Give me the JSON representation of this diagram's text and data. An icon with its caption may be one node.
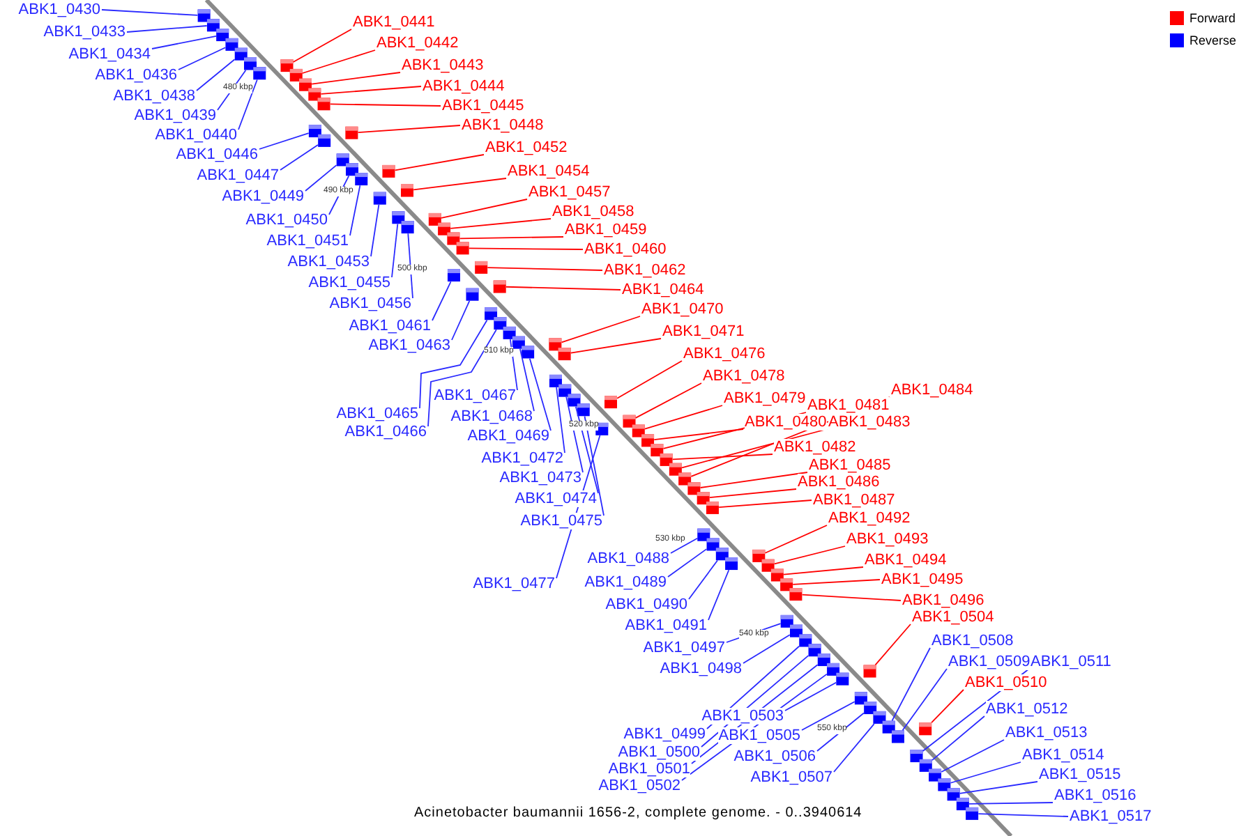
{
  "diagram": {
    "caption": "Acinetobacter baumannii 1656-2, complete genome. - 0..3940614",
    "nodes": [
      {
        "text": [
          "ABK1_0430"
        ]
      },
      {
        "text": [
          "ABK1_0433"
        ]
      },
      {
        "text": [
          "ABK1_0434"
        ]
      },
      {
        "text": [
          "ABK1_0436"
        ]
      },
      {
        "text": [
          "ABK1_0438"
        ]
      },
      {
        "text": [
          "ABK1_0439"
        ]
      },
      {
        "text": [
          "ABK1_0440"
        ]
      },
      {
        "text": [
          "ABK1_0441"
        ]
      },
      {
        "text": [
          "ABK1_0442"
        ]
      },
      {
        "text": [
          "ABK1_0443"
        ]
      },
      {
        "text": [
          "ABK1_0444"
        ]
      },
      {
        "text": [
          "ABK1_0445"
        ]
      },
      {
        "text": [
          "ABK1_0446"
        ]
      },
      {
        "text": [
          "ABK1_0447"
        ]
      },
      {
        "text": [
          "ABK1_0448"
        ]
      },
      {
        "text": [
          "ABK1_0449"
        ]
      },
      {
        "text": [
          "ABK1_0450"
        ]
      },
      {
        "text": [
          "ABK1_0451"
        ]
      },
      {
        "text": [
          "ABK1_0452"
        ]
      },
      {
        "text": [
          "ABK1_0453"
        ]
      },
      {
        "text": [
          "ABK1_0454"
        ]
      },
      {
        "text": [
          "ABK1_0455"
        ]
      },
      {
        "text": [
          "ABK1_0456"
        ]
      },
      {
        "text": [
          "ABK1_0457"
        ]
      },
      {
        "text": [
          "ABK1_0458"
        ]
      },
      {
        "text": [
          "ABK1_0459"
        ]
      },
      {
        "text": [
          "ABK1_0460"
        ]
      },
      {
        "text": [
          "ABK1_0461"
        ]
      },
      {
        "text": [
          "ABK1_0462"
        ]
      },
      {
        "text": [
          "ABK1_0463"
        ]
      },
      {
        "text": [
          "ABK1_0464"
        ]
      },
      {
        "text": [
          "ABK1_0465"
        ]
      },
      {
        "text": [
          "ABK1_0466"
        ]
      },
      {
        "text": [
          "ABK1_0467"
        ]
      },
      {
        "text": [
          "ABK1_0468"
        ]
      },
      {
        "text": [
          "ABK1_0469"
        ]
      },
      {
        "text": [
          "ABK1_0470"
        ]
      },
      {
        "text": [
          "ABK1_0471"
        ]
      },
      {
        "text": [
          "ABK1_0472"
        ]
      },
      {
        "text": [
          "ABK1_0473"
        ]
      },
      {
        "text": [
          "ABK1_0474"
        ]
      },
      {
        "text": [
          "ABK1_0475"
        ]
      },
      {
        "text": [
          "ABK1_0476"
        ]
      },
      {
        "text": [
          "ABK1_0477"
        ]
      },
      {
        "text": [
          "ABK1_0478"
        ]
      },
      {
        "text": [
          "ABK1_0479"
        ]
      },
      {
        "text": [
          "ABK1_0480"
        ]
      },
      {
        "text": [
          "ABK1_0481"
        ]
      },
      {
        "text": [
          "ABK1_0482"
        ]
      },
      {
        "text": [
          "ABK1_0483"
        ]
      },
      {
        "text": [
          "ABK1_0484"
        ]
      },
      {
        "text": [
          "ABK1_0485"
        ]
      },
      {
        "text": [
          "ABK1_0486"
        ]
      },
      {
        "text": [
          "ABK1_0487"
        ]
      },
      {
        "text": [
          "ABK1_0488"
        ]
      },
      {
        "text": [
          "ABK1_0489"
        ]
      },
      {
        "text": [
          "ABK1_0490"
        ]
      },
      {
        "text": [
          "ABK1_0491"
        ]
      },
      {
        "text": [
          "ABK1_0492"
        ]
      },
      {
        "text": [
          "ABK1_0493"
        ]
      },
      {
        "text": [
          "ABK1_0494"
        ]
      },
      {
        "text": [
          "ABK1_0495"
        ]
      },
      {
        "text": [
          "ABK1_0496"
        ]
      },
      {
        "text": [
          "ABK1_0497"
        ]
      },
      {
        "text": [
          "ABK1_0498"
        ]
      },
      {
        "text": [
          "ABK1_0499"
        ]
      },
      {
        "text": [
          "ABK1_0500"
        ]
      },
      {
        "text": [
          "ABK1_0501"
        ]
      },
      {
        "text": [
          "ABK1_0502"
        ]
      },
      {
        "text": [
          "ABK1_0503"
        ]
      },
      {
        "text": [
          "ABK1_0504"
        ]
      },
      {
        "text": [
          "ABK1_0505"
        ]
      },
      {
        "text": [
          "ABK1_0506"
        ]
      },
      {
        "text": [
          "ABK1_0507"
        ]
      },
      {
        "text": [
          "ABK1_0508"
        ]
      },
      {
        "text": [
          "ABK1_0509"
        ]
      },
      {
        "text": [
          "ABK1_0510"
        ]
      },
      {
        "text": [
          "ABK1_0511"
        ]
      },
      {
        "text": [
          "ABK1_0512"
        ]
      },
      {
        "text": [
          "ABK1_0513"
        ]
      },
      {
        "text": [
          "ABK1_0514"
        ]
      },
      {
        "text": [
          "ABK1_0515"
        ]
      },
      {
        "text": [
          "ABK1_0516"
        ]
      },
      {
        "text": [
          "ABK1_0517"
        ]
      },
      {
        "text": [],
        "shape": "box"
      },
      {
        "text": [],
        "shape": "box"
      },
      {
        "text": [],
        "shape": "box"
      },
      {
        "text": [],
        "shape": "box"
      },
      {
        "text": [],
        "shape": "box"
      },
      {
        "text": [],
        "shape": "box"
      },
      {
        "text": [],
        "shape": "box"
      },
      {
        "text": [],
        "shape": "box"
      },
      {
        "text": [],
        "shape": "box"
      },
      {
        "text": [],
        "shape": "box"
      },
      {
        "text": [],
        "shape": "box"
      },
      {
        "text": [],
        "shape": "box"
      },
      {
        "text": [],
        "shape": "box"
      },
      {
        "text": [],
        "shape": "box"
      },
      {
        "text": [],
        "shape": "box"
      },
      {
        "text": [],
        "shape": "box"
      },
      {
        "text": [],
        "shape": "box"
      },
      {
        "text": [],
        "shape": "box"
      },
      {
        "text": [],
        "shape": "box"
      },
      {
        "text": [],
        "shape": "box"
      },
      {
        "text": [],
        "shape": "box"
      },
      {
        "text": [],
        "shape": "box"
      },
      {
        "text": [],
        "shape": "box"
      },
      {
        "text": [],
        "shape": "box"
      },
      {
        "text": [],
        "shape": "box"
      },
      {
        "text": [],
        "shape": "box"
      },
      {
        "text": [],
        "shape": "box"
      },
      {
        "text": [],
        "shape": "box"
      },
      {
        "text": [],
        "shape": "box"
      },
      {
        "text": [],
        "shape": "box"
      },
      {
        "text": [],
        "shape": "box"
      },
      {
        "text": [],
        "shape": "box"
      },
      {
        "text": [],
        "shape": "box"
      },
      {
        "text": [],
        "shape": "box"
      },
      {
        "text": [],
        "shape": "box"
      },
      {
        "text": [],
        "shape": "box"
      },
      {
        "text": [],
        "shape": "box"
      },
      {
        "text": [],
        "shape": "box"
      },
      {
        "text": [],
        "shape": "box"
      },
      {
        "text": [],
        "shape": "box"
      },
      {
        "text": [],
        "shape": "box"
      },
      {
        "text": [],
        "shape": "box"
      },
      {
        "text": [],
        "shape": "box"
      },
      {
        "text": [],
        "shape": "box"
      },
      {
        "text": [],
        "shape": "box"
      },
      {
        "text": [],
        "shape": "box"
      },
      {
        "text": [],
        "shape": "box"
      },
      {
        "text": [],
        "shape": "box"
      },
      {
        "text": [],
        "shape": "box"
      },
      {
        "text": [],
        "shape": "box"
      },
      {
        "text": [],
        "shape": "box"
      },
      {
        "text": [],
        "shape": "box"
      },
      {
        "text": [],
        "shape": "box"
      },
      {
        "text": [],
        "shape": "box"
      },
      {
        "text": [],
        "shape": "box"
      },
      {
        "text": [],
        "shape": "box"
      },
      {
        "text": [],
        "shape": "box"
      },
      {
        "text": [],
        "shape": "box"
      },
      {
        "text": [],
        "shape": "box"
      },
      {
        "text": [],
        "shape": "box"
      },
      {
        "text": [],
        "shape": "box"
      },
      {
        "text": [],
        "shape": "box"
      },
      {
        "text": [],
        "shape": "box"
      },
      {
        "text": [],
        "shape": "box"
      },
      {
        "text": [],
        "shape": "box"
      },
      {
        "text": [],
        "shape": "box"
      },
      {
        "text": [],
        "shape": "box"
      },
      {
        "text": [],
        "shape": "box"
      },
      {
        "text": [],
        "shape": "box"
      },
      {
        "text": [],
        "shape": "box"
      },
      {
        "text": [],
        "shape": "box"
      },
      {
        "text": [],
        "shape": "box"
      },
      {
        "text": [],
        "shape": "box"
      },
      {
        "text": [],
        "shape": "box"
      },
      {
        "text": [],
        "shape": "box"
      },
      {
        "text": [],
        "shape": "box"
      },
      {
        "text": [],
        "shape": "box"
      },
      {
        "text": [],
        "shape": "box"
      },
      {
        "text": [],
        "shape": "box"
      },
      {
        "text": [],
        "shape": "box"
      },
      {
        "text": [],
        "shape": "box"
      },
      {
        "text": [],
        "shape": "box"
      },
      {
        "text": [],
        "shape": "box"
      },
      {
        "text": [],
        "shape": "box"
      }
    ],
    "edges": [
      {
        "from": 0,
        "to": 84,
        "arrow": "none"
      },
      {
        "from": 1,
        "to": 85,
        "arrow": "none"
      },
      {
        "from": 2,
        "to": 86,
        "arrow": "none"
      },
      {
        "from": 3,
        "to": 87,
        "arrow": "none"
      },
      {
        "from": 4,
        "to": 88,
        "arrow": "none"
      },
      {
        "from": 5,
        "to": 89,
        "arrow": "none"
      },
      {
        "from": 6,
        "to": 90,
        "arrow": "none"
      },
      {
        "from": 7,
        "to": 91,
        "arrow": "none",
        "color": "#ff0000"
      },
      {
        "from": 8,
        "to": 92,
        "arrow": "none",
        "color": "#ff0000"
      },
      {
        "from": 9,
        "to": 93,
        "arrow": "none",
        "color": "#ff0000"
      },
      {
        "from": 10,
        "to": 94,
        "arrow": "none",
        "color": "#ff0000"
      },
      {
        "from": 11,
        "to": 95,
        "arrow": "none",
        "color": "#ff0000"
      },
      {
        "from": 12,
        "to": 96,
        "arrow": "none"
      },
      {
        "from": 13,
        "to": 97,
        "arrow": "none"
      },
      {
        "from": 14,
        "to": 98,
        "arrow": "none",
        "color": "#ff0000"
      },
      {
        "from": 15,
        "to": 99,
        "arrow": "none"
      },
      {
        "from": 16,
        "to": 100,
        "arrow": "none"
      },
      {
        "from": 17,
        "to": 101,
        "arrow": "none"
      },
      {
        "from": 18,
        "to": 102,
        "arrow": "none",
        "color": "#ff0000"
      },
      {
        "from": 19,
        "to": 103,
        "arrow": "none"
      },
      {
        "from": 20,
        "to": 104,
        "arrow": "none",
        "color": "#ff0000"
      },
      {
        "from": 21,
        "to": 105,
        "arrow": "none"
      },
      {
        "from": 22,
        "to": 106,
        "arrow": "none"
      },
      {
        "from": 23,
        "to": 107,
        "arrow": "none",
        "color": "#ff0000"
      },
      {
        "from": 24,
        "to": 108,
        "arrow": "none",
        "color": "#ff0000"
      },
      {
        "from": 25,
        "to": 109,
        "arrow": "none",
        "color": "#ff0000"
      },
      {
        "from": 26,
        "to": 110,
        "arrow": "none",
        "color": "#ff0000"
      },
      {
        "from": 27,
        "to": 111,
        "arrow": "none"
      },
      {
        "from": 28,
        "to": 112,
        "arrow": "none",
        "color": "#ff0000"
      },
      {
        "from": 29,
        "to": 113,
        "arrow": "none"
      },
      {
        "from": 30,
        "to": 114,
        "arrow": "none",
        "color": "#ff0000"
      },
      {
        "from": 31,
        "to": 115,
        "arrow": "none"
      },
      {
        "from": 32,
        "to": 116,
        "arrow": "none"
      },
      {
        "from": 33,
        "to": 117,
        "arrow": "none"
      },
      {
        "from": 34,
        "to": 118,
        "arrow": "none"
      },
      {
        "from": 35,
        "to": 119,
        "arrow": "none"
      },
      {
        "from": 36,
        "to": 120,
        "arrow": "none",
        "color": "#ff0000"
      },
      {
        "from": 37,
        "to": 121,
        "arrow": "none",
        "color": "#ff0000"
      },
      {
        "from": 38,
        "to": 122,
        "arrow": "none"
      },
      {
        "from": 39,
        "to": 123,
        "arrow": "none"
      },
      {
        "from": 40,
        "to": 124,
        "arrow": "none"
      },
      {
        "from": 41,
        "to": 125,
        "arrow": "none"
      },
      {
        "from": 42,
        "to": 126,
        "arrow": "none",
        "color": "#ff0000"
      },
      {
        "from": 43,
        "to": 127,
        "arrow": "none"
      },
      {
        "from": 44,
        "to": 128,
        "arrow": "none",
        "color": "#ff0000"
      },
      {
        "from": 45,
        "to": 129,
        "arrow": "none",
        "color": "#ff0000"
      },
      {
        "from": 46,
        "to": 130,
        "arrow": "none",
        "color": "#ff0000"
      },
      {
        "from": 47,
        "to": 131,
        "arrow": "none",
        "color": "#ff0000"
      },
      {
        "from": 48,
        "to": 132,
        "arrow": "none",
        "color": "#ff0000"
      },
      {
        "from": 49,
        "to": 133,
        "arrow": "none",
        "color": "#ff0000"
      },
      {
        "from": 50,
        "to": 134,
        "arrow": "none",
        "color": "#ff0000"
      },
      {
        "from": 51,
        "to": 135,
        "arrow": "none",
        "color": "#ff0000"
      },
      {
        "from": 52,
        "to": 136,
        "arrow": "none",
        "color": "#ff0000"
      },
      {
        "from": 53,
        "to": 137,
        "arrow": "none",
        "color": "#ff0000"
      },
      {
        "from": 54,
        "to": 138,
        "arrow": "none"
      },
      {
        "from": 55,
        "to": 139,
        "arrow": "none"
      },
      {
        "from": 56,
        "to": 140,
        "arrow": "none"
      },
      {
        "from": 57,
        "to": 141,
        "arrow": "none"
      },
      {
        "from": 58,
        "to": 142,
        "arrow": "none",
        "color": "#ff0000"
      },
      {
        "from": 59,
        "to": 143,
        "arrow": "none",
        "color": "#ff0000"
      },
      {
        "from": 60,
        "to": 144,
        "arrow": "none",
        "color": "#ff0000"
      },
      {
        "from": 61,
        "to": 145,
        "arrow": "none",
        "color": "#ff0000"
      },
      {
        "from": 62,
        "to": 146,
        "arrow": "none",
        "color": "#ff0000"
      },
      {
        "from": 63,
        "to": 147,
        "arrow": "none"
      },
      {
        "from": 64,
        "to": 148,
        "arrow": "none"
      },
      {
        "from": 65,
        "to": 149,
        "arrow": "none"
      },
      {
        "from": 66,
        "to": 150,
        "arrow": "none"
      },
      {
        "from": 67,
        "to": 151,
        "arrow": "none"
      },
      {
        "from": 68,
        "to": 152,
        "arrow": "none"
      },
      {
        "from": 69,
        "to": 153,
        "arrow": "none"
      },
      {
        "from": 70,
        "to": 154,
        "arrow": "none",
        "color": "#ff0000"
      },
      {
        "from": 71,
        "to": 155,
        "arrow": "none"
      },
      {
        "from": 72,
        "to": 156,
        "arrow": "none"
      },
      {
        "from": 73,
        "to": 157,
        "arrow": "none"
      },
      {
        "from": 74,
        "to": 158,
        "arrow": "none"
      },
      {
        "from": 75,
        "to": 159,
        "arrow": "none"
      },
      {
        "from": 76,
        "to": 160,
        "arrow": "none",
        "color": "#ff0000"
      },
      {
        "from": 77,
        "to": 161,
        "arrow": "none"
      },
      {
        "from": 78,
        "to": 162,
        "arrow": "none"
      },
      {
        "from": 79,
        "to": 163,
        "arrow": "none"
      },
      {
        "from": 80,
        "to": 164,
        "arrow": "none"
      },
      {
        "from": 81,
        "to": 165,
        "arrow": "none"
      },
      {
        "from": 82,
        "to": 166,
        "arrow": "none"
      },
      {
        "from": 83,
        "to": 167,
        "arrow": "none"
      }
    ],
    "labels": [
      "480 kbp",
      "490 kbp",
      "500 kbp",
      "510 kbp",
      "520 kbp",
      "530 kbp",
      "540 kbp",
      "550 kbp"
    ],
    "legend": [
      {
        "text": "Forward",
        "color": "#ff0000"
      },
      {
        "text": "Reverse",
        "color": "#0000ff"
      }
    ]
  }
}
